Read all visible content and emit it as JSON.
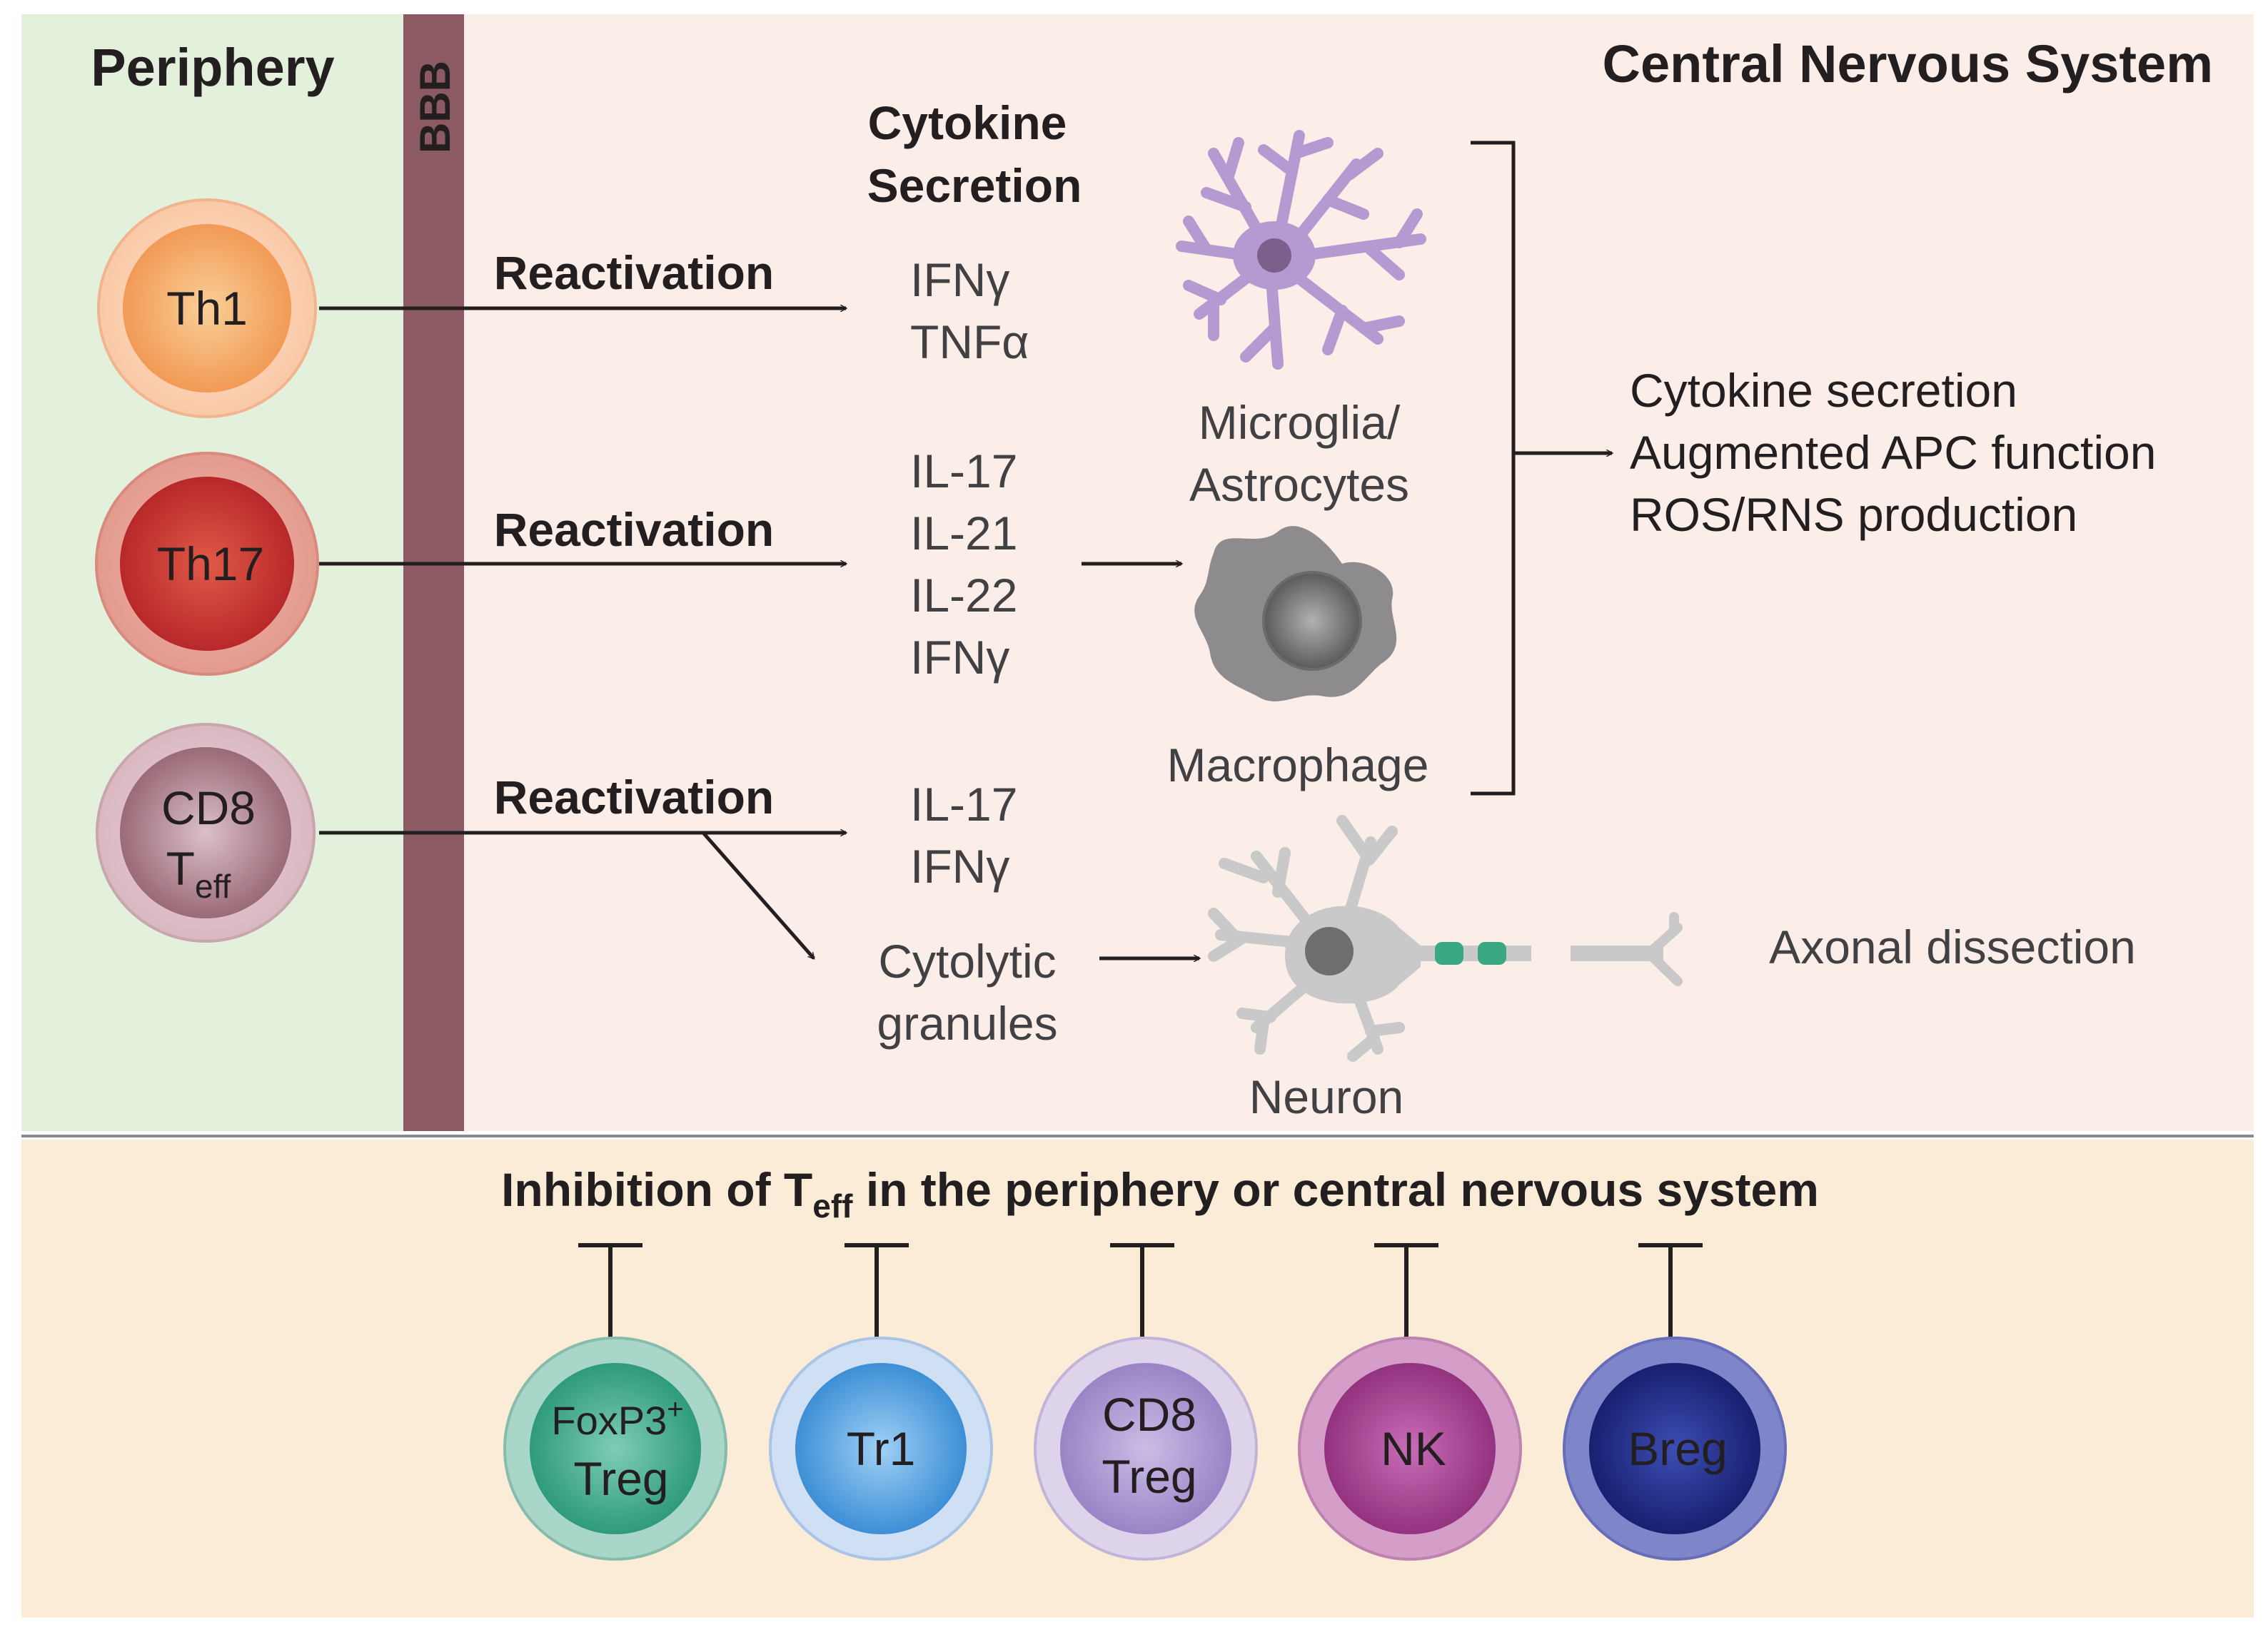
{
  "regions": {
    "periphery": "Periphery",
    "bbb": "BBB",
    "cns": "Central Nervous System"
  },
  "cytokine_header": [
    "Cytokine",
    "Secretion"
  ],
  "reactivation_label": "Reactivation",
  "effector_cells": [
    {
      "name": "Th1",
      "cytokines": [
        "IFNγ",
        "TNFα"
      ]
    },
    {
      "name": "Th17",
      "cytokines": [
        "IL-17",
        "IL-21",
        "IL-22",
        "IFNγ"
      ]
    },
    {
      "name_line1": "CD8",
      "name_line2_base": "T",
      "name_line2_sub": "eff",
      "cytokines": [
        "IL-17",
        "IFNγ"
      ]
    }
  ],
  "targets": {
    "microglia": [
      "Microglia/",
      "Astrocytes"
    ],
    "macrophage": "Macrophage",
    "neuron": "Neuron",
    "cytolytic": [
      "Cytolytic",
      "granules"
    ]
  },
  "outcomes": [
    "Cytokine secretion",
    "Augmented APC function",
    "ROS/RNS production"
  ],
  "axonal": "Axonal dissection",
  "inhibition": {
    "prefix": "Inhibition of T",
    "sub": "eff",
    "suffix": " in the periphery or central nervous system"
  },
  "regulatory_cells": [
    {
      "line1": "FoxP3",
      "sup": "+",
      "line2": "Treg",
      "outer": "#a8d6c8",
      "inner": "#2e9a7c"
    },
    {
      "line1": "Tr1",
      "outer": "#cfe0f5",
      "inner": "#3d8fd6"
    },
    {
      "line1": "CD8",
      "line2": "Treg",
      "outer": "#ddd3ea",
      "inner": "#9a84c6"
    },
    {
      "line1": "NK",
      "outer": "#d49ec9",
      "inner": "#a0428f"
    },
    {
      "line1": "Breg",
      "outer": "#7f85c9",
      "inner": "#1f2b8c"
    }
  ],
  "colors": {
    "periphery_bg": "#e3f0dc",
    "cns_bg": "#fbeee9",
    "bottom_bg": "#fbecd8",
    "bbb_bar": "#8b5a62",
    "microglia": "#b49ad0",
    "macrophage": "#8e8b8f",
    "neuron": "#c9c9c9",
    "myelin": "#3aa880"
  }
}
